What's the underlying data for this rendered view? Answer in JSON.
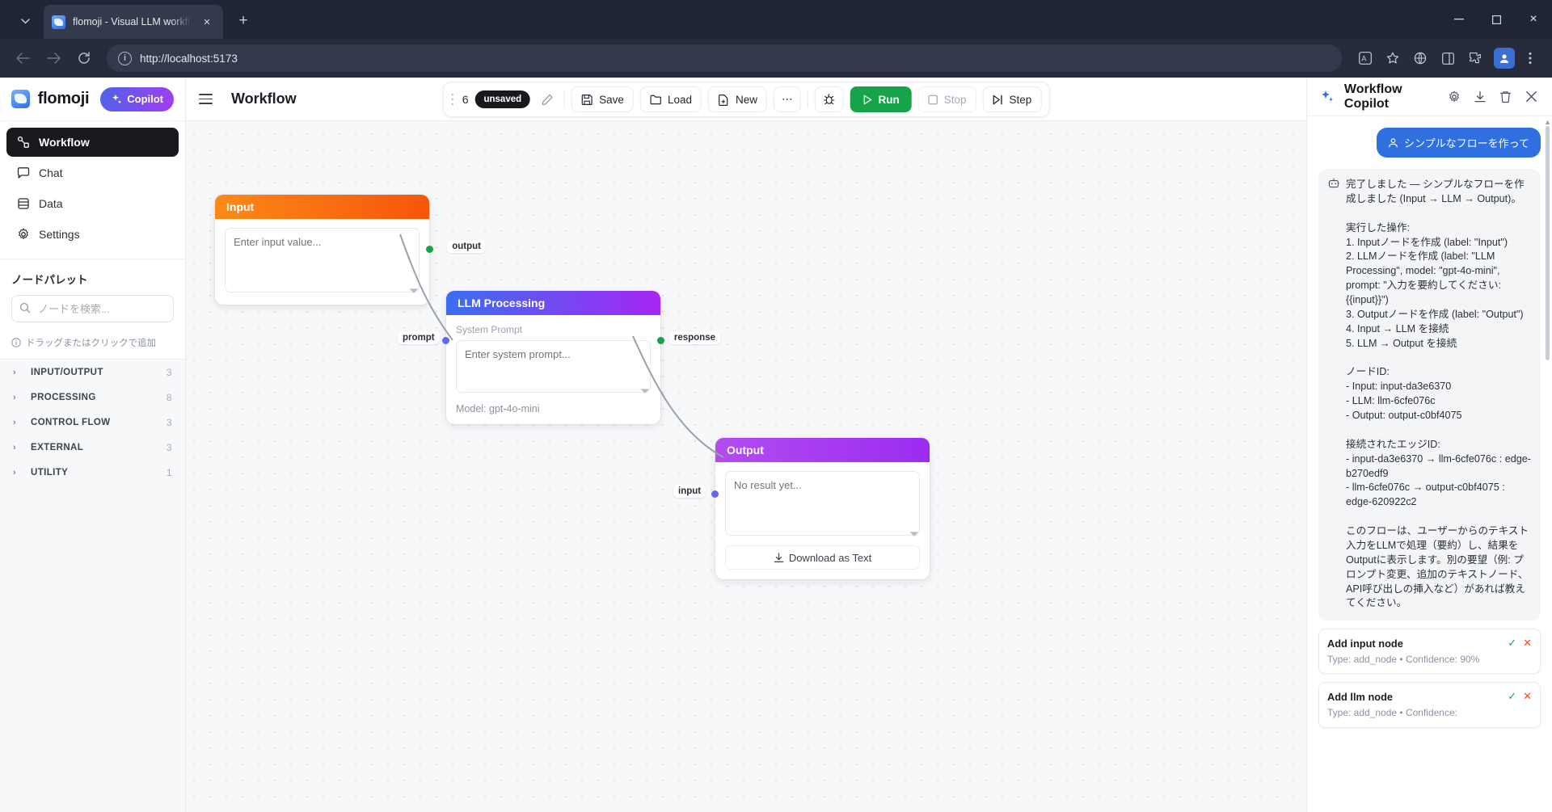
{
  "browser": {
    "tab_title": "flomoji - Visual LLM workflow buil",
    "url": "http://localhost:5173",
    "new_tab_label": "+",
    "close_tab_label": "×",
    "back_label": "←",
    "forward_label": "→",
    "reload_label": "↻",
    "minimize_label": "─",
    "maximize_label": "☐",
    "window_close_label": "×",
    "caret_label": "⌄",
    "info_label": "i",
    "profile_initial": "●"
  },
  "sidebar": {
    "brand": "flomoji",
    "copilot_badge": "Copilot",
    "nav": [
      {
        "label": "Workflow",
        "icon": "workflow-icon",
        "active": true
      },
      {
        "label": "Chat",
        "icon": "chat-icon",
        "active": false
      },
      {
        "label": "Data",
        "icon": "database-icon",
        "active": false
      },
      {
        "label": "Settings",
        "icon": "gear-icon",
        "active": false
      }
    ],
    "palette_title": "ノードパレット",
    "search_placeholder": "ノードを検索...",
    "search_value": "",
    "hint": "ドラッグまたはクリックで追加",
    "categories": [
      {
        "name": "INPUT/OUTPUT",
        "count": "3"
      },
      {
        "name": "PROCESSING",
        "count": "8"
      },
      {
        "name": "CONTROL FLOW",
        "count": "3"
      },
      {
        "name": "EXTERNAL",
        "count": "3"
      },
      {
        "name": "UTILITY",
        "count": "1"
      }
    ]
  },
  "canvas_topbar": {
    "title": "Workflow"
  },
  "toolbar": {
    "count": "6",
    "status_badge": "unsaved",
    "save_label": "Save",
    "load_label": "Load",
    "new_label": "New",
    "more_label": "⋯",
    "debug_label": "debug",
    "run_label": "Run",
    "stop_label": "Stop",
    "step_label": "Step"
  },
  "nodes": {
    "input": {
      "title": "Input",
      "placeholder": "Enter input value...",
      "value": "",
      "port_out_label": "output",
      "header_from": "#fb8a17",
      "header_to": "#f75a0b"
    },
    "llm": {
      "title": "LLM Processing",
      "field_label": "System Prompt",
      "placeholder": "Enter system prompt...",
      "value": "",
      "model_text": "Model: gpt-4o-mini",
      "port_in_label": "prompt",
      "port_out_label": "response",
      "header_from": "#3b6ef0",
      "header_to": "#a726f2"
    },
    "output": {
      "title": "Output",
      "placeholder": "No result yet...",
      "value": "",
      "download_label": "Download as Text",
      "port_in_label": "input",
      "header_from": "#b44bf0",
      "header_to": "#9b2cf0"
    }
  },
  "copilot": {
    "title": "Workflow Copilot",
    "settings_icon": "gear-icon",
    "download_icon": "download-icon",
    "delete_icon": "trash-icon",
    "close_icon": "close-icon",
    "user_message": "シンプルなフローを作って",
    "bot_message": "完了しました — シンプルなフローを作成しました (Input → LLM → Output)。\n\n実行した操作:\n1. Inputノードを作成 (label: \"Input\")\n2. LLMノードを作成 (label: \"LLM Processing\", model: \"gpt-4o-mini\", prompt: \"入力を要約してください: {{input}}\")\n3. Outputノードを作成 (label: \"Output\")\n4. Input → LLM を接続\n5. LLM → Output を接続\n\nノードID:\n- Input: input-da3e6370\n- LLM: llm-6cfe076c\n- Output: output-c0bf4075\n\n接続されたエッジID:\n- input-da3e6370 → llm-6cfe076c : edge-b270edf9\n- llm-6cfe076c → output-c0bf4075 : edge-620922c2\n\nこのフローは、ユーザーからのテキスト入力をLLMで処理（要約）し、結果をOutputに表示します。別の要望（例: プロンプト変更、追加のテキストノード、API呼び出しの挿入など）があれば教えてください。",
    "action_cards": [
      {
        "title": "Add input node",
        "subtitle": "Type: add_node • Confidence: 90%",
        "accept": "✓",
        "reject": "✕"
      },
      {
        "title": "Add llm node",
        "subtitle": "Type: add_node • Confidence:",
        "accept": "✓",
        "reject": "✕"
      }
    ]
  }
}
